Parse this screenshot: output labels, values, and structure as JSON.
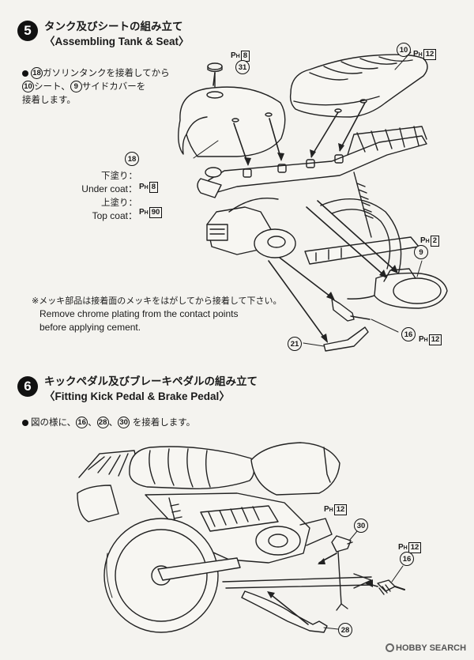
{
  "step5": {
    "number": "5",
    "title_jp": "タンク及びシートの組み立て",
    "title_en": "〈Assembling Tank & Seat〉",
    "instruction": {
      "p18": "18",
      "t1": "ガソリンタンクを接着してから",
      "p10": "10",
      "t2": "シート、",
      "p9": "9",
      "t3": "サイドカバーを",
      "t4": "接着します。"
    },
    "callouts": {
      "p31": "31",
      "p10": "10",
      "p18": "18",
      "p9": "9",
      "p16": "16",
      "p21": "21"
    },
    "paints": {
      "ph8_top": "8",
      "ph12_top": "12",
      "ph2": "2",
      "ph12_16": "12",
      "under_jp": "下塗り：",
      "under_en": "Under coat：",
      "under_code": "8",
      "top_jp": "上塗り：",
      "top_en": "Top coat：",
      "top_code": "90"
    },
    "note_jp": "※メッキ部品は接着面のメッキをはがしてから接着して下さい。",
    "note_en1": "Remove chrome plating from the contact points",
    "note_en2": "before applying cement."
  },
  "step6": {
    "number": "6",
    "title_jp": "キックペダル及びブレーキペダルの組み立て",
    "title_en": "〈Fitting Kick Pedal & Brake Pedal〉",
    "instruction": {
      "t1": "図の様に、",
      "p16": "16",
      "p28": "28",
      "p30": "30",
      "t2": "を接着します。"
    },
    "callouts": {
      "p30": "30",
      "p16": "16",
      "p28": "28"
    },
    "paints": {
      "ph12_a": "12",
      "ph12_b": "12"
    }
  },
  "ph_prefix": "P",
  "ph_sub": "H",
  "watermark": "HOBBY SEARCH"
}
